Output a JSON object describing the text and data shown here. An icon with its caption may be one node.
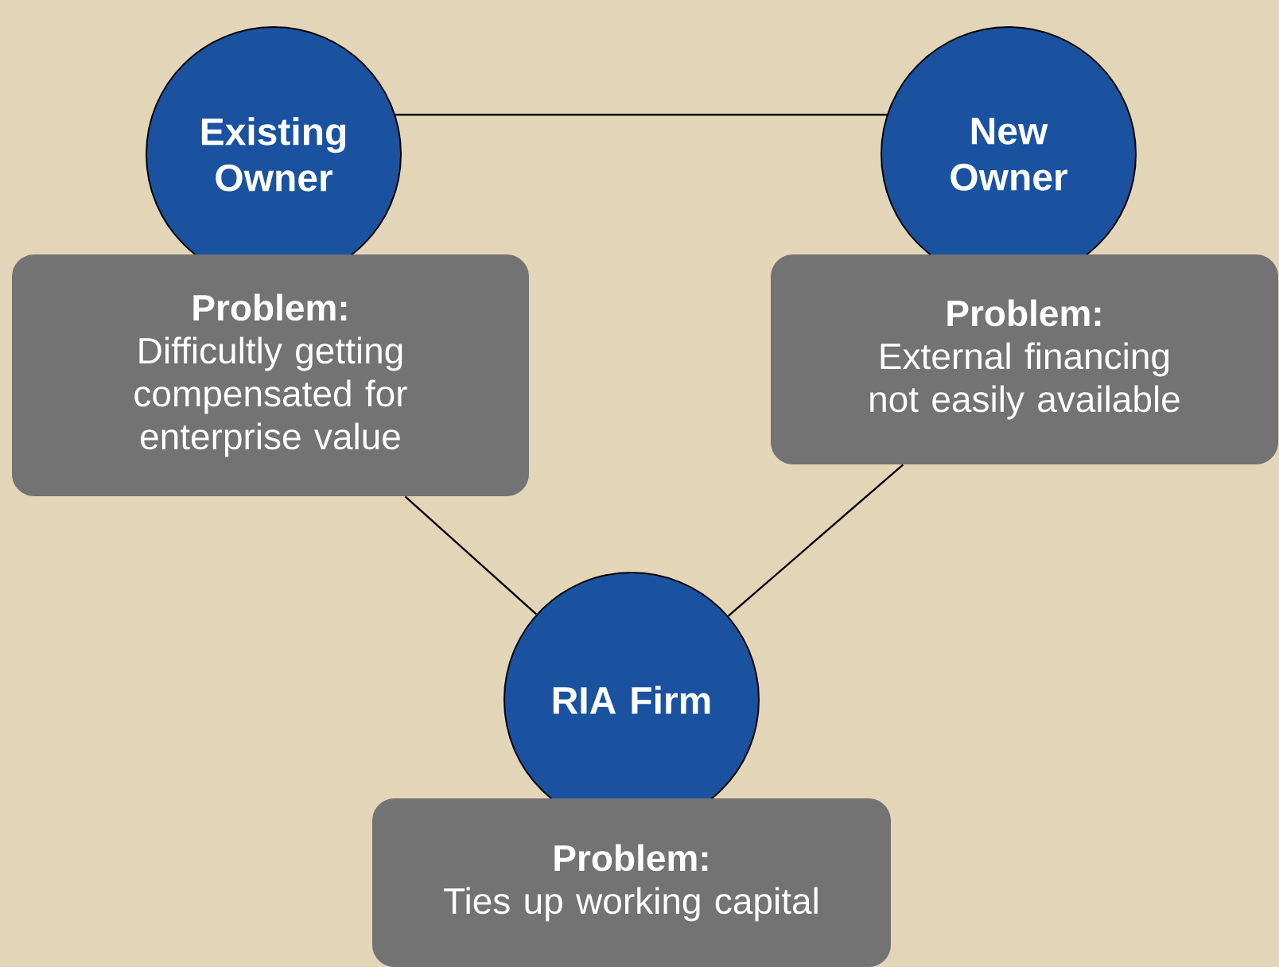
{
  "diagram": {
    "nodes": [
      {
        "text": [
          "Existing Owner"
        ]
      },
      {
        "text": [
          "New Owner"
        ]
      },
      {
        "text": [
          "Problem:",
          "Difficultly getting compensated for enterprise value"
        ]
      },
      {
        "text": [
          "Problem:",
          "External financing not easily available"
        ]
      },
      {
        "text": [
          "RIA Firm"
        ]
      },
      {
        "text": [
          "Problem:",
          "Ties up working capital"
        ]
      }
    ],
    "edges": [
      {
        "from": 0,
        "to": 1,
        "arrow": "none"
      },
      {
        "from": 2,
        "to": 4,
        "arrow": "none"
      },
      {
        "from": 3,
        "to": 4,
        "arrow": "none"
      }
    ]
  }
}
